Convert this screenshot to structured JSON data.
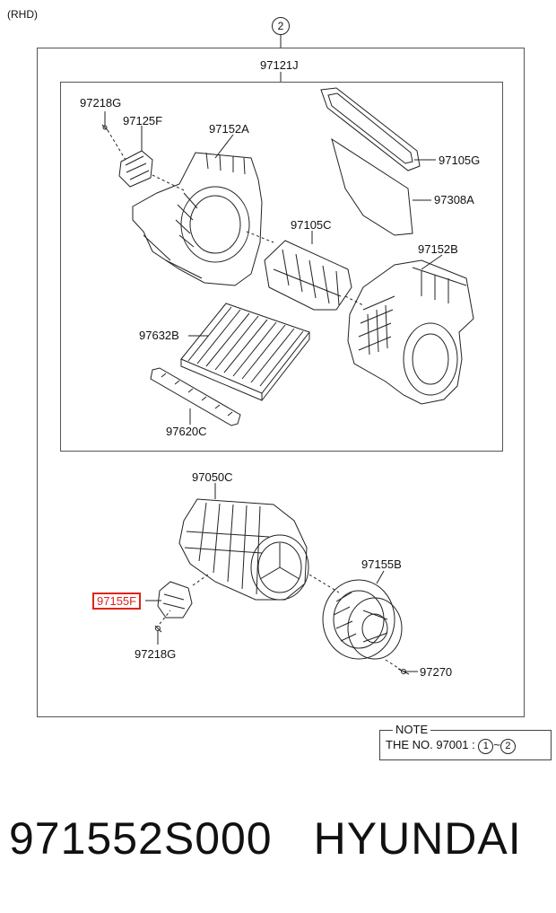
{
  "variant_label": "(RHD)",
  "top_circle": "2",
  "assembly_label": "97121J",
  "parts": {
    "p97218G_top": "97218G",
    "p97125F": "97125F",
    "p97152A": "97152A",
    "p97105G": "97105G",
    "p97308A": "97308A",
    "p97105C": "97105C",
    "p97152B": "97152B",
    "p97632B": "97632B",
    "p97620C": "97620C",
    "p97050C": "97050C",
    "p97155B": "97155B",
    "p97155F": "97155F",
    "p97218G_bottom": "97218G",
    "p97270": "97270"
  },
  "highlighted_part": "97155F",
  "note": {
    "title": "NOTE",
    "text": "THE NO. 97001 :",
    "range_start": "1",
    "range_sep": "~",
    "range_end": "2"
  },
  "footer": {
    "part_number": "971552S000",
    "brand": "HYUNDAI"
  },
  "colors": {
    "highlight": "#e0231c",
    "line": "#222222"
  }
}
